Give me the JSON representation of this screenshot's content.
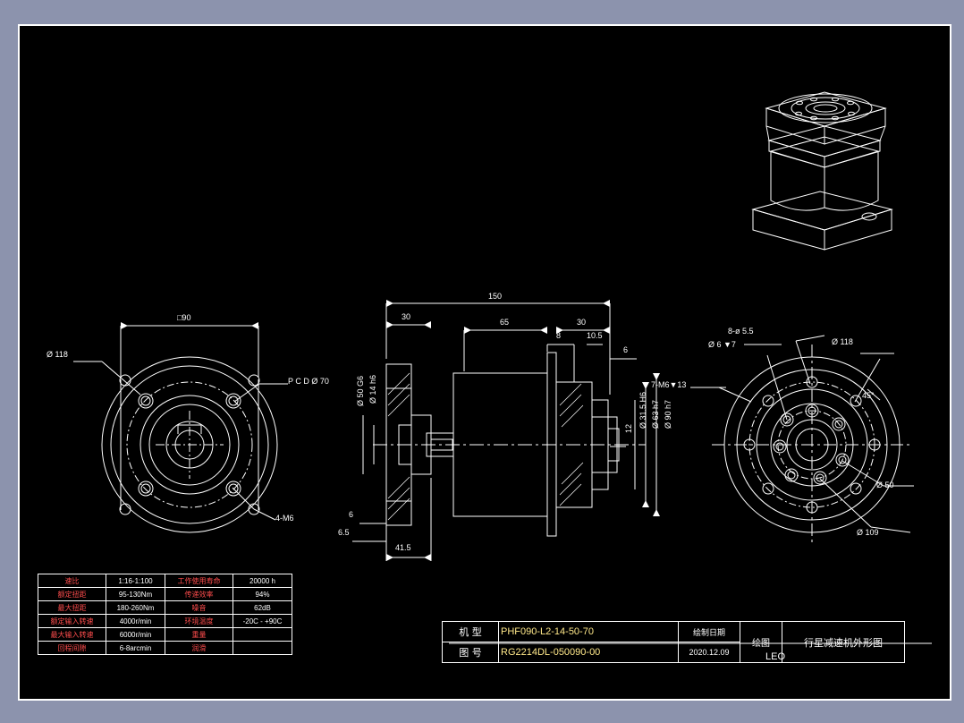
{
  "drawing": {
    "title_cn": "行星减速机外形图",
    "model_label_cn": "机 型",
    "model_value": "PHF090-L2-14-50-70",
    "dwgno_label_cn": "图 号",
    "dwgno_value": "RG2214DL-050090-00",
    "date_label_cn": "绘制日期",
    "date_value": "2020.12.09",
    "drawer_label_cn": "绘图",
    "drawer_value": "LEO"
  },
  "specs": [
    {
      "k": "速比",
      "v": "1:16-1:100",
      "k2": "工作使用寿命",
      "v2": "20000 h"
    },
    {
      "k": "额定扭距",
      "v": "95-130Nm",
      "k2": "传递效率",
      "v2": "94%"
    },
    {
      "k": "最大扭距",
      "v": "180-260Nm",
      "k2": "噪音",
      "v2": "62dB"
    },
    {
      "k": "额定输入转速",
      "v": "4000r/min",
      "k2": "环境温度",
      "v2": "-20C - +90C"
    },
    {
      "k": "最大输入转速",
      "v": "6000r/min",
      "k2": "重量",
      "v2": ""
    },
    {
      "k": "回程间隙",
      "v": "6-8arcmin",
      "k2": "润滑",
      "v2": ""
    }
  ],
  "left_view": {
    "dim_square": "□90",
    "dim_outer": "Ø 118",
    "dim_pcd": "P C D Ø 70",
    "dim_holes": "4-M6"
  },
  "front_view": {
    "dim_total": "150",
    "dim_30a": "30",
    "dim_65": "65",
    "dim_30b": "30",
    "dim_8": "8",
    "dim_10_5": "10.5",
    "dim_6_top": "6",
    "dim_6_left": "6",
    "dim_6_5": "6.5",
    "dim_41_5": "41.5",
    "dim_50g6": "Ø 50 G6",
    "dim_14h6": "Ø 14 h6",
    "dim_12": "12",
    "dim_31_5h6": "Ø 31.5 H6",
    "dim_63h7": "Ø 63 h7",
    "dim_90h7": "Ø 90 h7"
  },
  "right_view": {
    "dim_8x5_5": "8-ø 5.5",
    "dim_6x7": "Ø 6 ▼7",
    "dim_118": "Ø 118",
    "dim_7m6": "7-M6▼13",
    "dim_50": "Ø 50",
    "dim_109": "Ø 109",
    "dim_45": "45°"
  }
}
